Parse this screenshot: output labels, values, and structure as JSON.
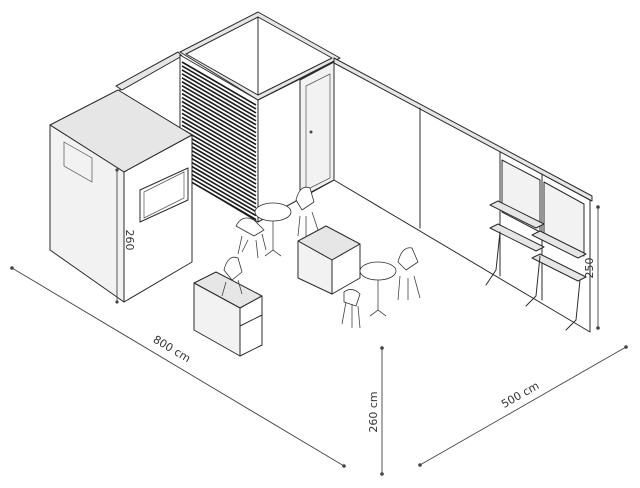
{
  "dimensions": {
    "width": "800 cm",
    "depth": "500 cm",
    "height_front": "260 cm",
    "height_cabin": "260",
    "height_shelf": "250"
  }
}
